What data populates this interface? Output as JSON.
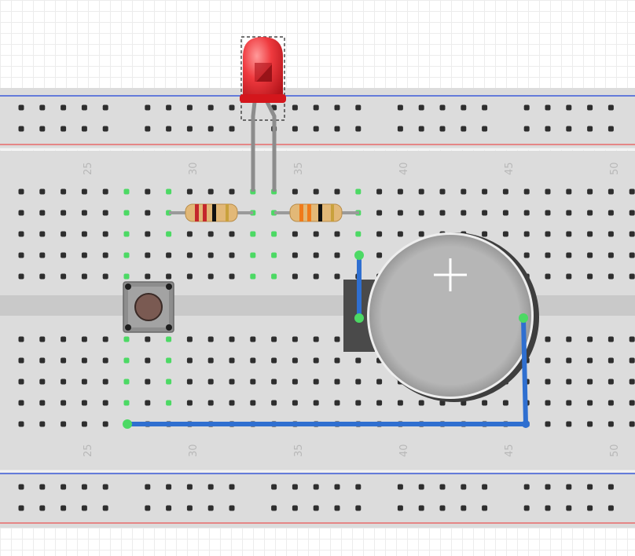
{
  "breadboard": {
    "column_numbers": [
      "25",
      "30",
      "35",
      "40",
      "45",
      "50"
    ]
  },
  "components": {
    "led": {
      "name": "LED",
      "color": "red"
    },
    "resistor_1": {
      "name": "resistor",
      "bands": [
        "red",
        "red",
        "black",
        "gold"
      ]
    },
    "resistor_2": {
      "name": "resistor",
      "bands": [
        "orange",
        "orange",
        "black",
        "gold"
      ]
    },
    "pushbutton": {
      "name": "pushbutton"
    },
    "coin_cell_battery": {
      "name": "coin cell battery"
    }
  },
  "colors": {
    "breadboard": "#dcdcdc",
    "rail_blue": "#3d5bd9",
    "rail_red": "#e86a6a",
    "hole": "#2e2e2e",
    "connected_hole": "#4cd964",
    "wire": "#2f6fd0",
    "led": "#e8262c",
    "leg": "#8c8c8c",
    "battery": "#b0b0b0"
  }
}
